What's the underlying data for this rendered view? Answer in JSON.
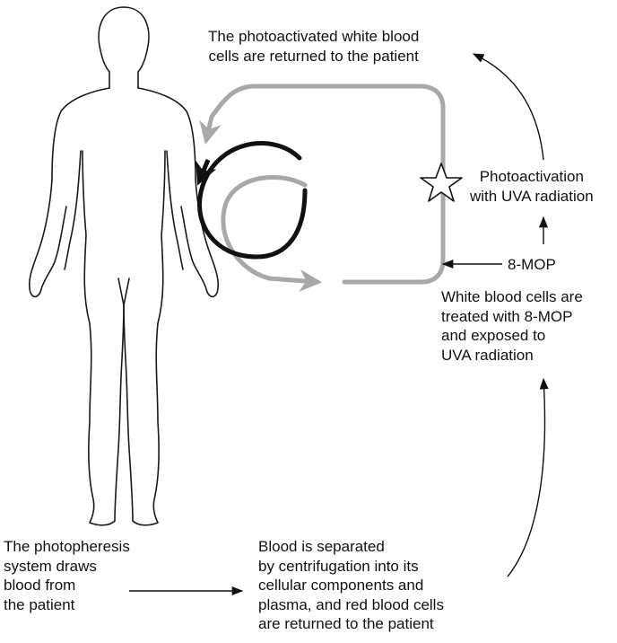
{
  "labels": {
    "returned": "The photoactivated white blood\ncells are returned to the patient",
    "photoactivation": "Photoactivation\nwith UVA radiation",
    "drug": "8-MOP",
    "treated": "White blood cells are\ntreated with 8-MOP\nand exposed to\nUVA radiation",
    "draws": "The photopheresis\nsystem draws\nblood from\nthe patient",
    "separated": "Blood is separated\nby centrifugation into its\ncellular components and\nplasma, and red blood cells\nare returned to the patient"
  },
  "colors": {
    "text": "#111111",
    "outline": "#1a1a1a",
    "gray_loop": "#a8a8a8",
    "black_loop": "#111111",
    "arrow": "#111111"
  },
  "icons": [
    "human-silhouette",
    "star-icon"
  ]
}
